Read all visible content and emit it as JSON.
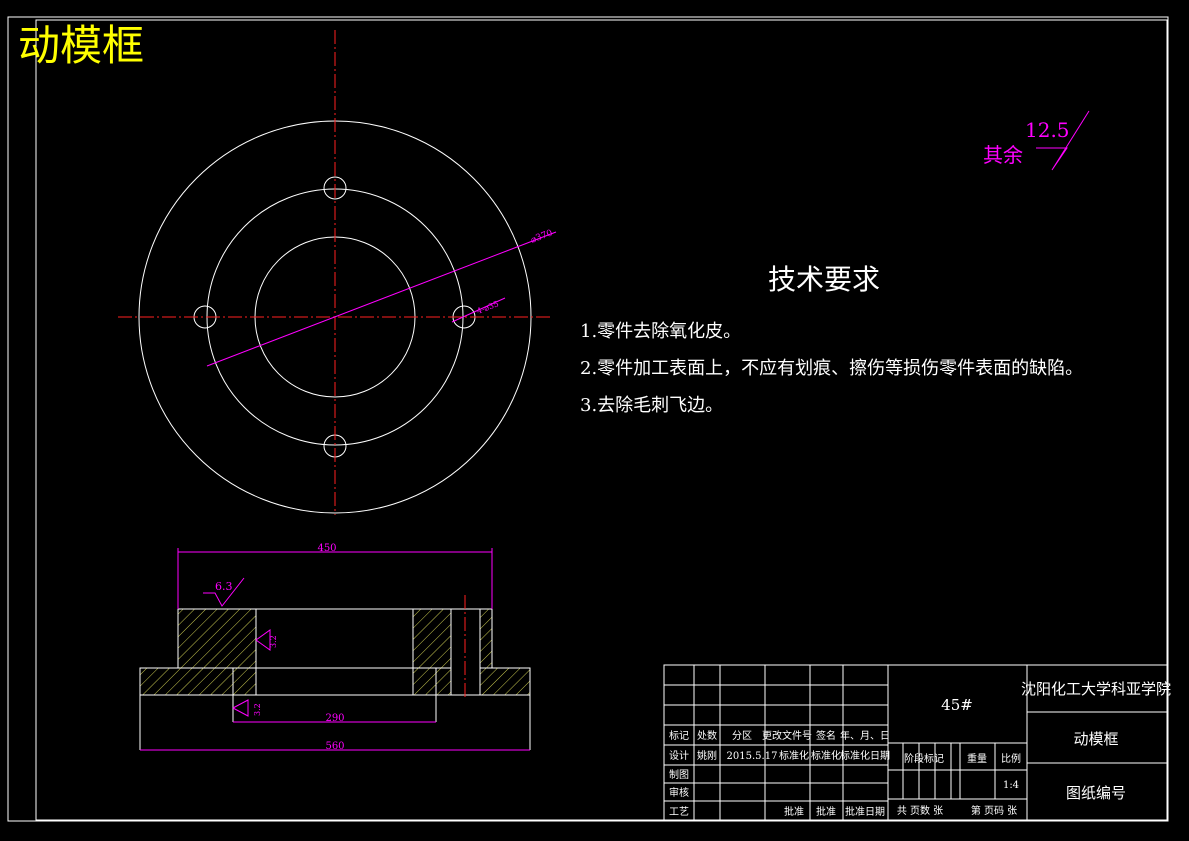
{
  "title": "动模框",
  "surface_finish": {
    "label": "其余",
    "value": "12.5"
  },
  "tech_requirements": {
    "heading": "技术要求",
    "items": [
      "1.零件去除氧化皮。",
      "2.零件加工表面上，不应有划痕、擦伤等损伤零件表面的缺陷。",
      "3.去除毛刺飞边。"
    ]
  },
  "plan_view": {
    "dia_outer": "⌀370",
    "dia_hole": "4-⌀35"
  },
  "section_view": {
    "dim_top": "450",
    "dim_inner": "290",
    "dim_bottom": "560",
    "roughness_top": "6.3",
    "roughness_mid": "3.2",
    "roughness_low": "3.2"
  },
  "title_block": {
    "material": "45#",
    "school": "沈阳化工大学科亚学院",
    "part_name": "动模框",
    "drawing_no": "图纸编号",
    "headers": [
      "标记",
      "处数",
      "分区",
      "更改文件号",
      "签名",
      "年、月、日"
    ],
    "design_row": [
      "设计",
      "姚刚",
      "2015.5.17",
      "标准化",
      "标准化",
      "标准化日期"
    ],
    "row_draw": "制图",
    "row_review": "审核",
    "row_process": "工艺",
    "approve": "批准",
    "approve2": "批准",
    "approve_date": "批准日期",
    "stage_mark": "阶段标记",
    "weight": "重量",
    "scale_label": "比例",
    "scale": "1:4",
    "total_sheets": "共 页数 张",
    "sheet_no": "第 页码 张"
  }
}
